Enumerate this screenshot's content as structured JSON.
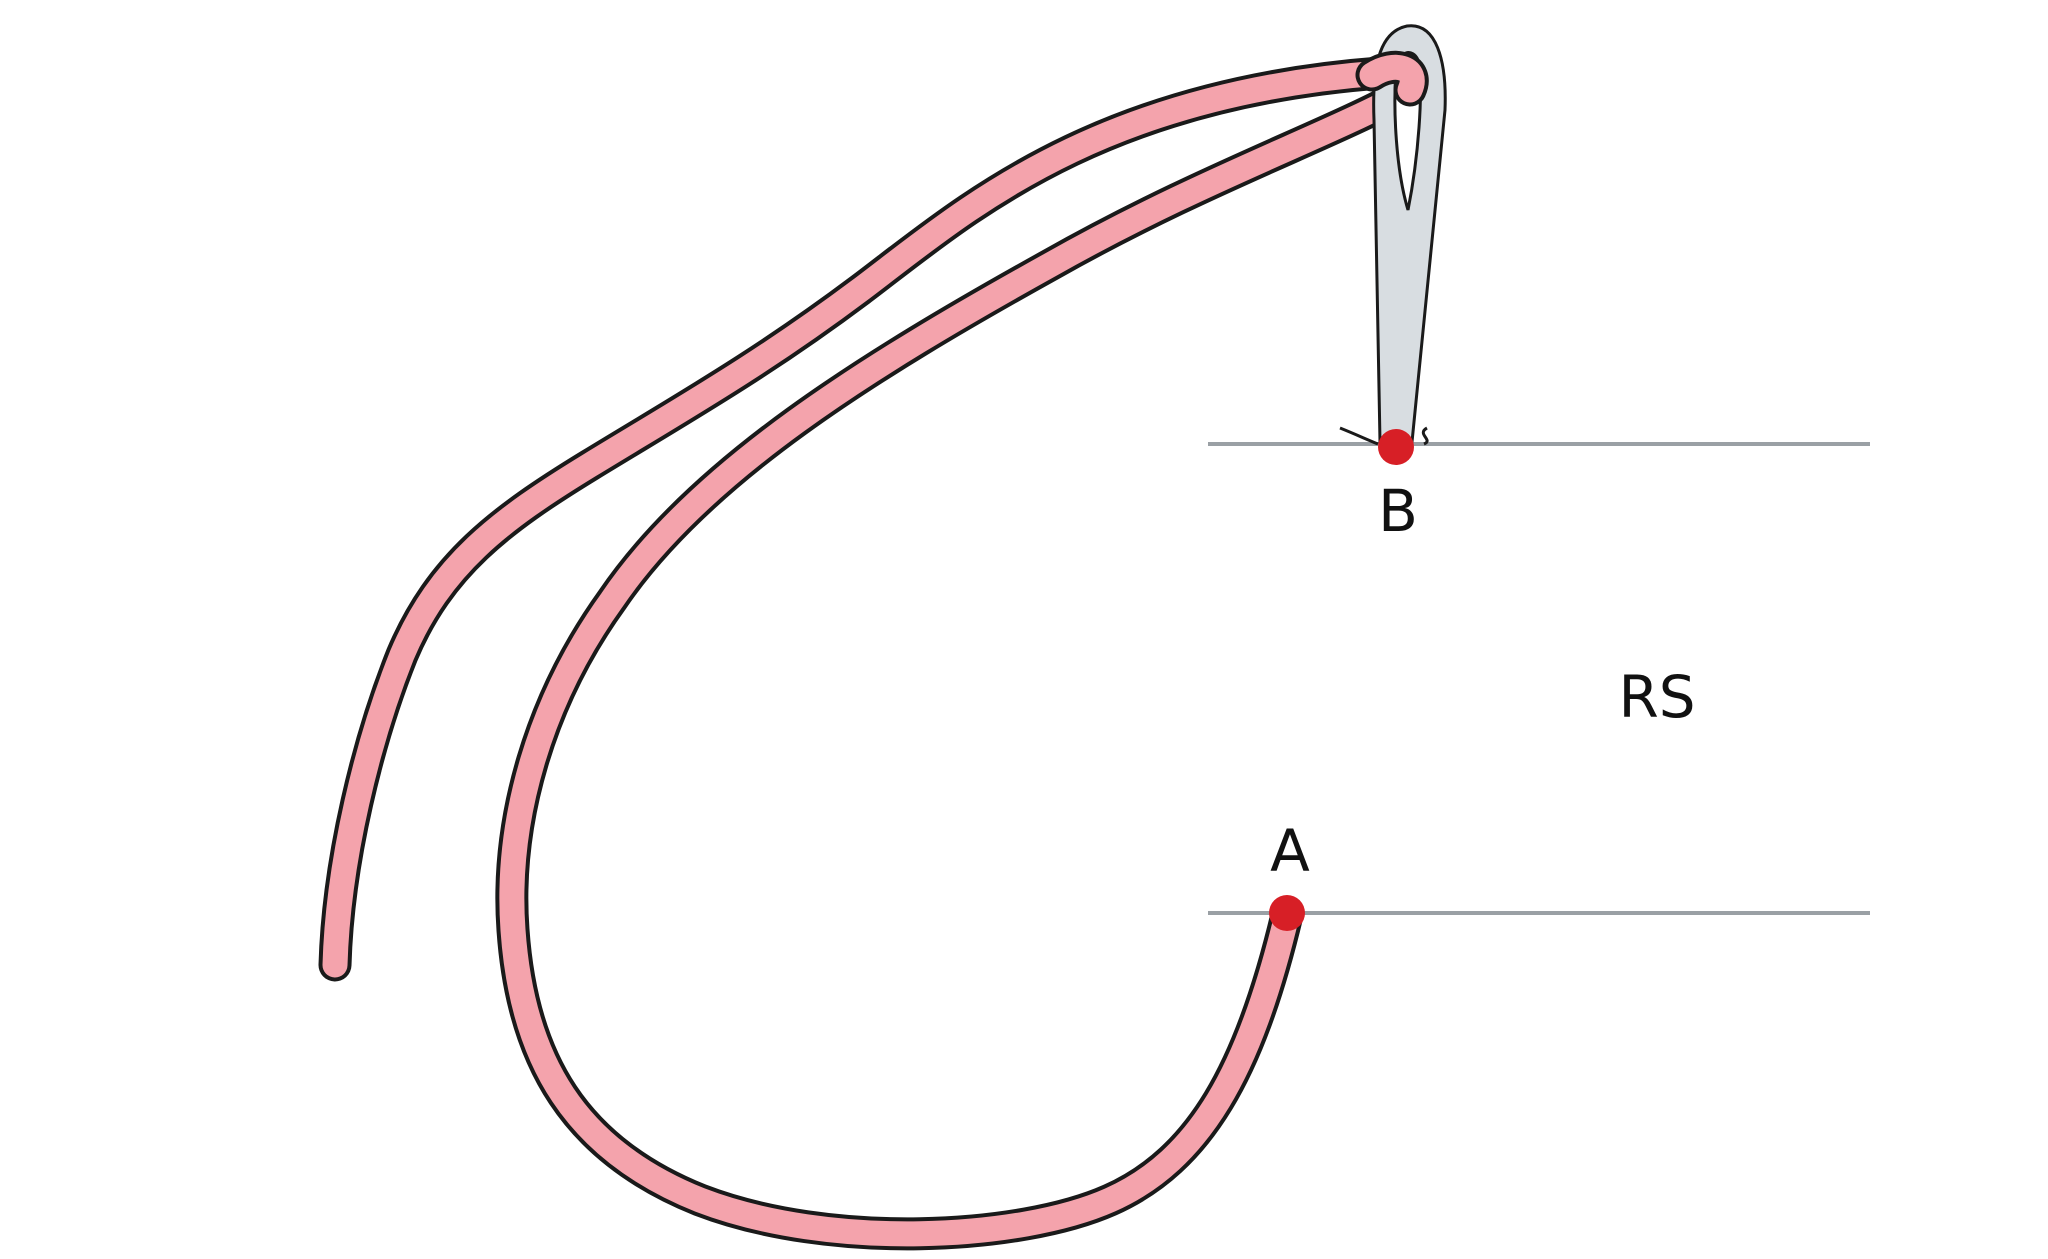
{
  "diagram": {
    "labels": {
      "point_a": "A",
      "point_b": "B",
      "side": "RS"
    },
    "colors": {
      "background": "#ffffff",
      "thread_fill": "#f4a3ac",
      "thread_outline": "#1a1a1a",
      "needle_fill": "#d8dde1",
      "fabric_line": "#9aa0a5",
      "point_marker": "#d71f26"
    }
  }
}
